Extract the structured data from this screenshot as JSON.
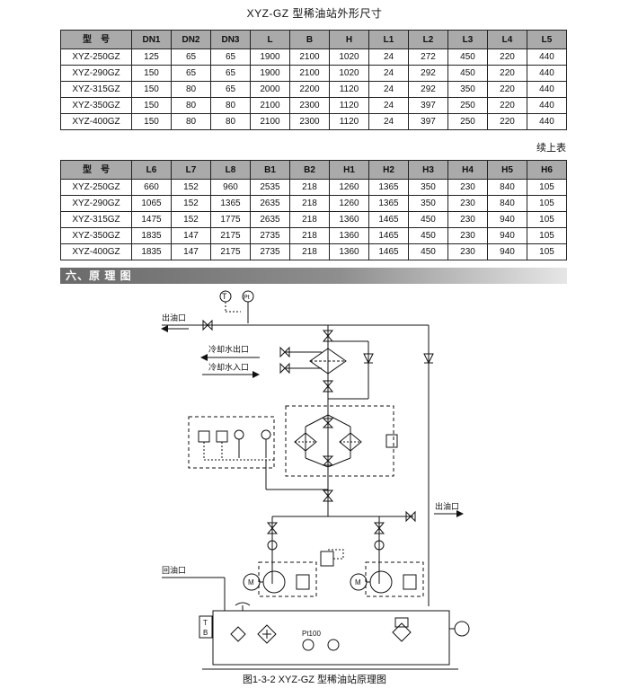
{
  "title": "XYZ-GZ 型稀油站外形尺寸",
  "table1": {
    "headers": [
      "型　号",
      "DN1",
      "DN2",
      "DN3",
      "L",
      "B",
      "H",
      "L1",
      "L2",
      "L3",
      "L4",
      "L5"
    ],
    "rows": [
      [
        "XYZ-250GZ",
        "125",
        "65",
        "65",
        "1900",
        "2100",
        "1020",
        "24",
        "272",
        "450",
        "220",
        "440"
      ],
      [
        "XYZ-290GZ",
        "150",
        "65",
        "65",
        "1900",
        "2100",
        "1020",
        "24",
        "292",
        "450",
        "220",
        "440"
      ],
      [
        "XYZ-315GZ",
        "150",
        "80",
        "65",
        "2000",
        "2200",
        "1120",
        "24",
        "292",
        "350",
        "220",
        "440"
      ],
      [
        "XYZ-350GZ",
        "150",
        "80",
        "80",
        "2100",
        "2300",
        "1120",
        "24",
        "397",
        "250",
        "220",
        "440"
      ],
      [
        "XYZ-400GZ",
        "150",
        "80",
        "80",
        "2100",
        "2300",
        "1120",
        "24",
        "397",
        "250",
        "220",
        "440"
      ]
    ]
  },
  "continued_label": "续上表",
  "table2": {
    "headers": [
      "型　号",
      "L6",
      "L7",
      "L8",
      "B1",
      "B2",
      "H1",
      "H2",
      "H3",
      "H4",
      "H5",
      "H6"
    ],
    "rows": [
      [
        "XYZ-250GZ",
        "660",
        "152",
        "960",
        "2535",
        "218",
        "1260",
        "1365",
        "350",
        "230",
        "840",
        "105"
      ],
      [
        "XYZ-290GZ",
        "1065",
        "152",
        "1365",
        "2635",
        "218",
        "1260",
        "1365",
        "350",
        "230",
        "840",
        "105"
      ],
      [
        "XYZ-315GZ",
        "1475",
        "152",
        "1775",
        "2635",
        "218",
        "1360",
        "1465",
        "450",
        "230",
        "940",
        "105"
      ],
      [
        "XYZ-350GZ",
        "1835",
        "147",
        "2175",
        "2735",
        "218",
        "1360",
        "1465",
        "450",
        "230",
        "940",
        "105"
      ],
      [
        "XYZ-400GZ",
        "1835",
        "147",
        "2175",
        "2735",
        "218",
        "1360",
        "1465",
        "450",
        "230",
        "940",
        "105"
      ]
    ]
  },
  "section_title": "六、原 理 图",
  "diagram": {
    "oil_outlet_top": "出油口",
    "cooling_water_out": "冷却水出口",
    "cooling_water_in": "冷却水入口",
    "oil_outlet_right": "出油口",
    "oil_return": "回油口",
    "gauge_t": "T",
    "gauge_pt": "Pt",
    "tank_tb_t": "T",
    "tank_tb_b": "B",
    "pt100": "Pt100",
    "motor_left": "M",
    "motor_right": "M"
  },
  "caption": "图1-3-2 XYZ-GZ 型稀油站原理图"
}
